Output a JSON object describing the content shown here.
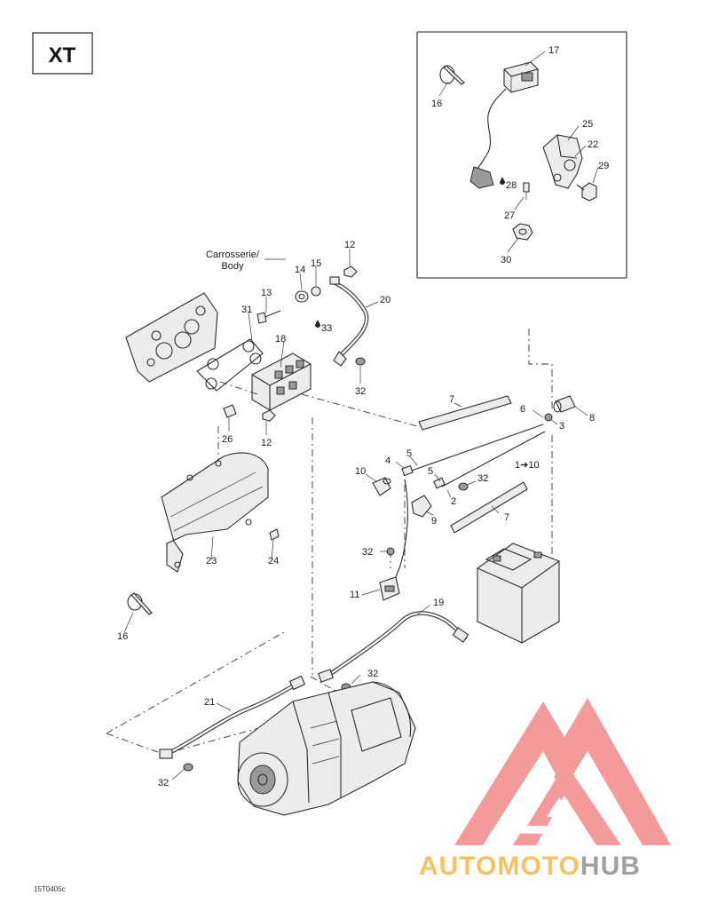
{
  "model_badge": "XT",
  "body_label_fr": "Carrosserie/",
  "body_label_en": "Body",
  "figure_code": "15T0405c",
  "watermark": {
    "part1": "AUTO",
    "part2": "MOTO",
    "part3": "HUB",
    "colors": {
      "auto": "#f2b13a",
      "moto": "#f2b13a",
      "hub": "#8a8a8a",
      "triangle": "#f07a7a"
    }
  },
  "callouts": {
    "c1_10": "1➔10",
    "c2": "2",
    "c3": "3",
    "c4": "4",
    "c5a": "5",
    "c5b": "5",
    "c6": "6",
    "c7a": "7",
    "c7b": "7",
    "c8": "8",
    "c9": "9",
    "c10": "10",
    "c11": "11",
    "c12a": "12",
    "c12b": "12",
    "c13": "13",
    "c14": "14",
    "c15": "15",
    "c16a": "16",
    "c16b": "16",
    "c17": "17",
    "c18": "18",
    "c19": "19",
    "c20": "20",
    "c21": "21",
    "c22": "22",
    "c23": "23",
    "c24": "24",
    "c25": "25",
    "c26": "26",
    "c27": "27",
    "c28": "28",
    "c29": "29",
    "c30": "30",
    "c31": "31",
    "c32a": "32",
    "c32b": "32",
    "c32c": "32",
    "c32d": "32",
    "c32e": "32",
    "c33": "33"
  }
}
